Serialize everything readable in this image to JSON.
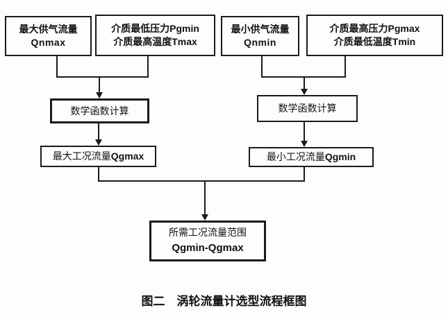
{
  "figure": {
    "caption": "图二　涡轮流量计选型流程框图"
  },
  "boxes": {
    "qnmax": {
      "line1": "最大供气流量",
      "line2": "Qnmax"
    },
    "pgmin_tmax": {
      "line1": "介质最低压力Pgmin",
      "line2": "介质最高温度Tmax"
    },
    "qnmin": {
      "line1": "最小供气流量",
      "line2": "Qnmin"
    },
    "pgmax_tmin": {
      "line1": "介质最高压力Pgmax",
      "line2": "介质最低温度Tmin"
    },
    "calc_left": {
      "label": "数学函数计算"
    },
    "calc_right": {
      "label": "数学函数计算"
    },
    "qgmax": {
      "zh": "最大工况流量",
      "en": "Qgmax"
    },
    "qgmin": {
      "zh": "最小工况流量",
      "en": "Qgmin"
    },
    "result": {
      "line1": "所需工况流量范围",
      "line2": "Qgmin-Qgmax"
    }
  },
  "edges": [
    {
      "from": "qnmax",
      "to": "calc_left"
    },
    {
      "from": "pgmin_tmax",
      "to": "calc_left"
    },
    {
      "from": "calc_left",
      "to": "qgmax"
    },
    {
      "from": "qnmin",
      "to": "calc_right"
    },
    {
      "from": "pgmax_tmin",
      "to": "calc_right"
    },
    {
      "from": "calc_right",
      "to": "qgmin"
    },
    {
      "from": "qgmax",
      "to": "result"
    },
    {
      "from": "qgmin",
      "to": "result"
    }
  ],
  "colors": {
    "line": "#1a1a1a",
    "background": "#fdfdfd",
    "text": "#111111"
  }
}
